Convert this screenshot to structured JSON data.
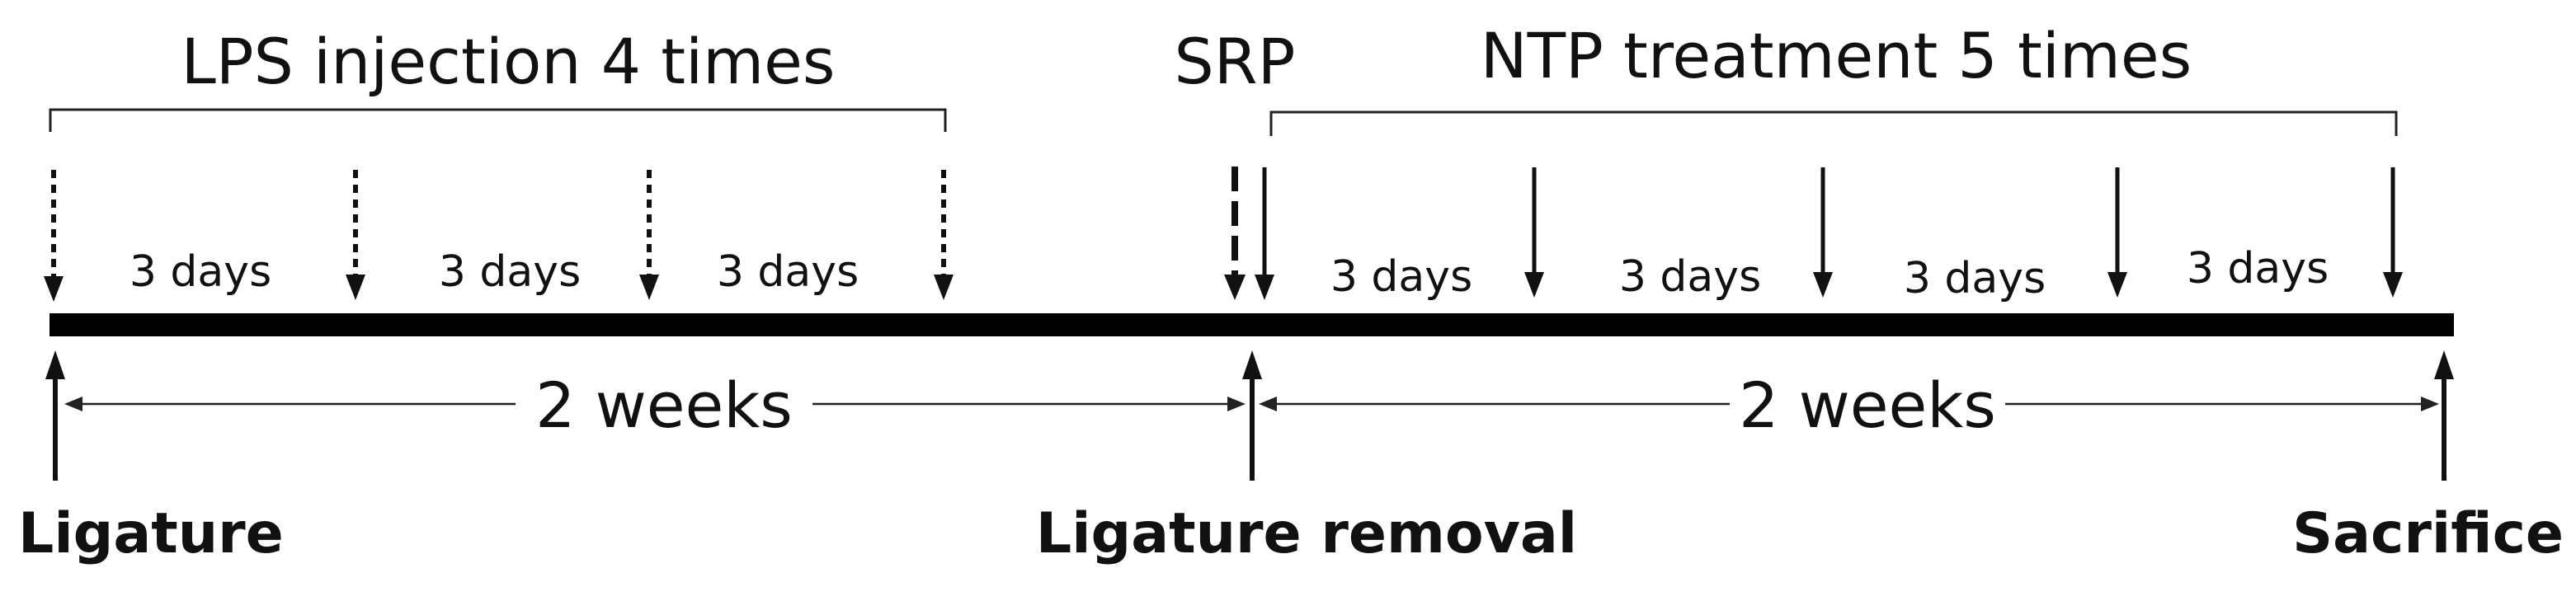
{
  "header": {
    "lps_label": "LPS injection 4 times",
    "srp_label": "SRP",
    "ntp_label": "NTP treatment 5 times"
  },
  "interval_labels": {
    "lps": [
      "3 days",
      "3 days",
      "3 days"
    ],
    "ntp": [
      "3 days",
      "3 days",
      "3 days",
      "3 days"
    ]
  },
  "durations": {
    "first": "2 weeks",
    "second": "2 weeks"
  },
  "milestones": {
    "start": "Ligature",
    "middle": "Ligature removal",
    "end": "Sacrifice"
  }
}
